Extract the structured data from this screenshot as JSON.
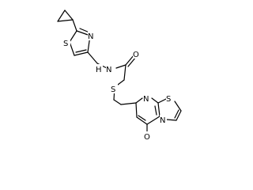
{
  "atoms": {
    "s_thiazole_top": "S",
    "n_thiazole_top": "N",
    "n_amide": "N",
    "h_amide": "H",
    "o_amide": "O",
    "s_thioether": "S",
    "n_pyrimidine": "N",
    "s_fused": "S",
    "n_fused": "N",
    "o_ketone": "O"
  },
  "colors": {
    "bond": "#000000",
    "text": "#000000",
    "background": "#ffffff"
  }
}
